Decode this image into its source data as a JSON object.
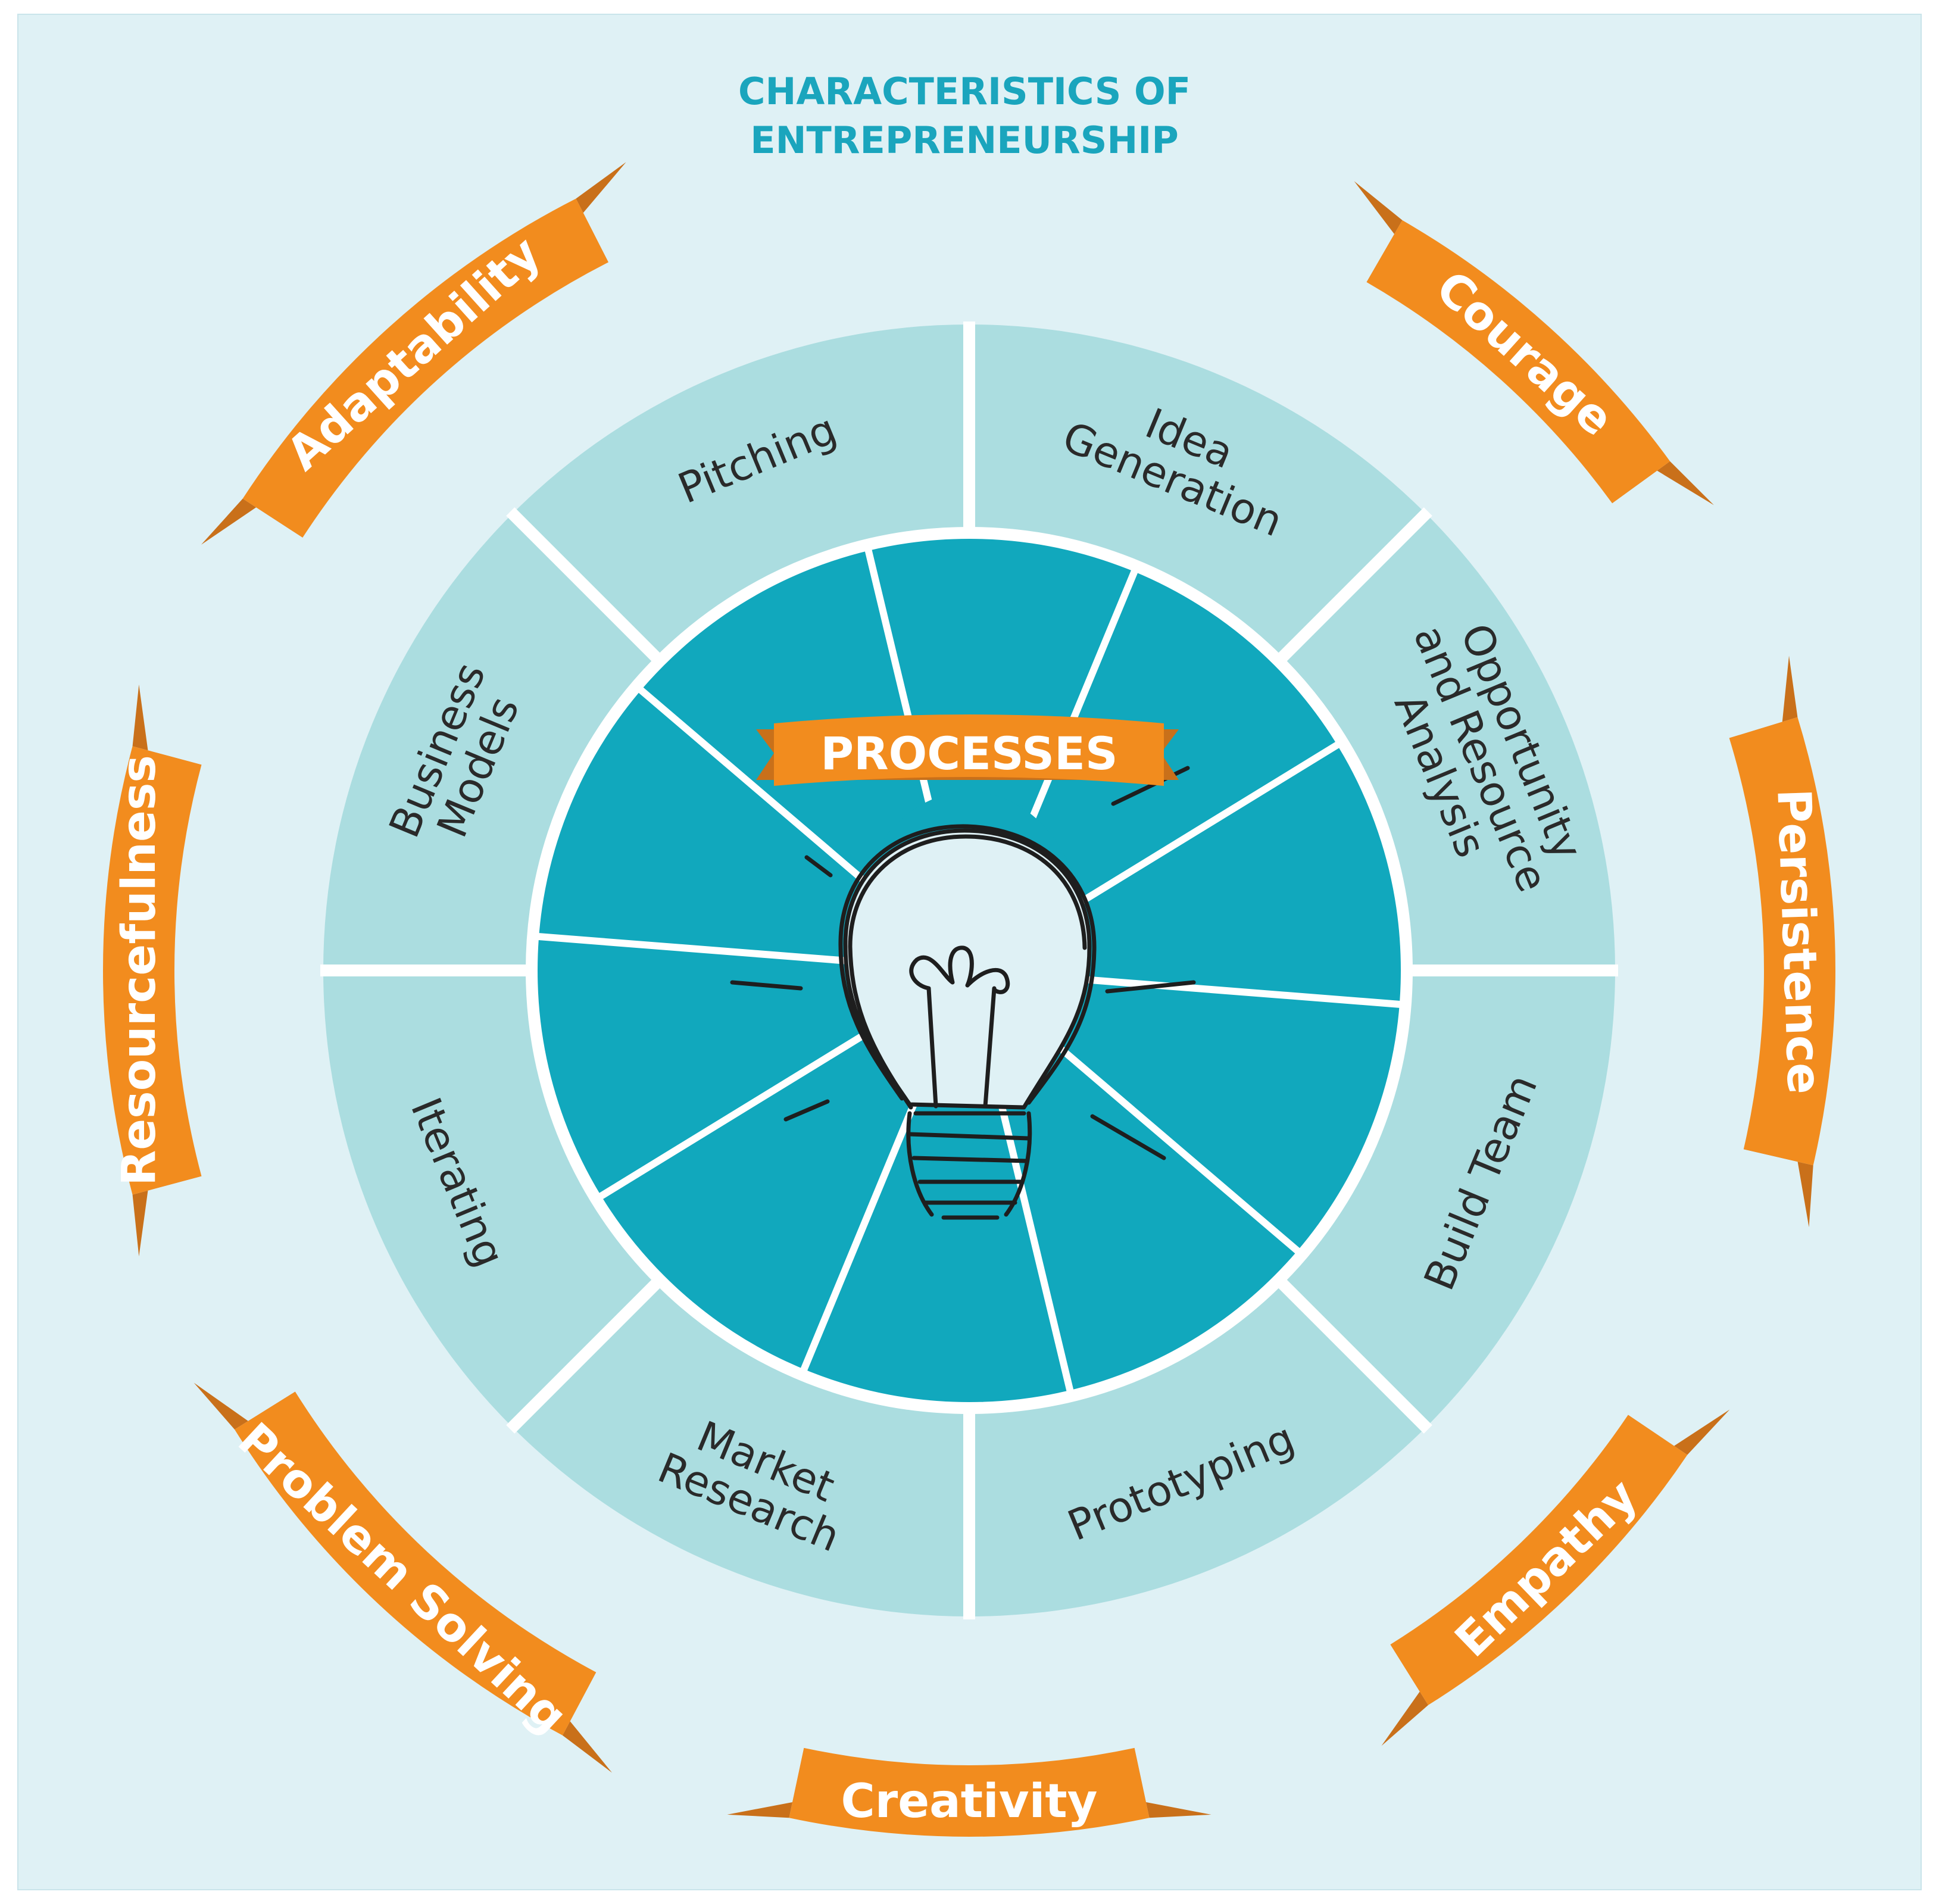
{
  "title": {
    "line1": "CHARACTERISTICS OF",
    "line2": "ENTREPRENEURSHIP"
  },
  "center_label": "PROCESSES",
  "colors": {
    "background": "#dff1f5",
    "outer_ring": "#abdde0",
    "inner_ring": "#11a8bd",
    "banner": "#f28c1e",
    "title": "#1aa5bd",
    "lines": "#ffffff"
  },
  "characteristics": [
    {
      "label": "Courage"
    },
    {
      "label": "Persistence"
    },
    {
      "label": "Empathy"
    },
    {
      "label": "Creativity"
    },
    {
      "label": "Problem Solving"
    },
    {
      "label": "Resourcefulness"
    },
    {
      "label": "Adaptability"
    }
  ],
  "processes": [
    {
      "lines": [
        "Idea",
        "Generation"
      ]
    },
    {
      "lines": [
        "Opportunity",
        "and Resource",
        "Analysis"
      ]
    },
    {
      "lines": [
        "Build Team"
      ]
    },
    {
      "lines": [
        "Prototyping"
      ]
    },
    {
      "lines": [
        "Market",
        "Research"
      ]
    },
    {
      "lines": [
        "Iterating"
      ]
    },
    {
      "lines": [
        "Business",
        "Models"
      ]
    },
    {
      "lines": [
        "Pitching"
      ]
    }
  ],
  "icons": {
    "center": "lightbulb-icon"
  }
}
